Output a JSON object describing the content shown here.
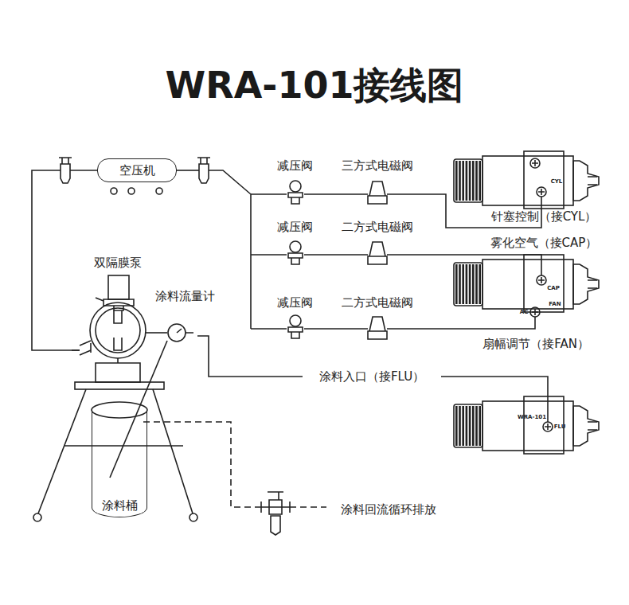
{
  "diagram": {
    "title": "WRA-101接线图",
    "nodes": [
      {
        "text": [
          "空压机"
        ]
      },
      {
        "text": [
          "涂料桶"
        ]
      }
    ],
    "labels": [
      "减压阀",
      "三方式电磁阀",
      "针塞控制（接CYL）",
      "雾化空气（接CAP）",
      "减压阀",
      "二方式电磁阀",
      "双隔膜泵",
      "涂料流量计",
      "减压阀",
      "二方式电磁阀",
      "扇幅调节（接FAN）",
      "涂料入口（接FLU）",
      "涂料回流循环排放",
      "CYL",
      "CAP",
      "FAN",
      "AC",
      "FLU",
      "WRA-101"
    ]
  }
}
